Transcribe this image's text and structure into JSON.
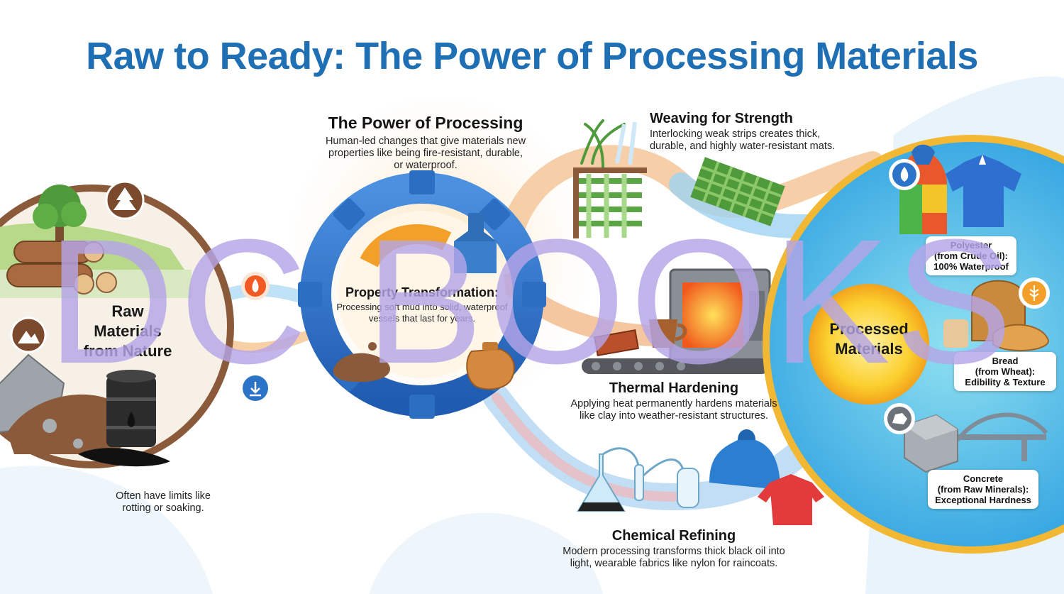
{
  "title": "Raw to Ready: The Power of Processing Materials",
  "raw": {
    "label_lines": [
      "Raw",
      "Materials",
      "from Nature"
    ],
    "note": "Often have limits like rotting or soaking."
  },
  "power": {
    "heading": "The Power of Processing",
    "text": "Human-led changes that give materials new properties like being fire-resistant, durable, or waterproof."
  },
  "property": {
    "heading": "Property Transformation:",
    "text": "Processing soft mud into solid, waterproof vessels that last for years."
  },
  "weaving": {
    "heading": "Weaving for Strength",
    "text": "Interlocking weak strips creates thick, durable, and highly water-resistant mats."
  },
  "thermal": {
    "heading": "Thermal Hardening",
    "text": "Applying heat permanently hardens materials like clay into weather-resistant structures."
  },
  "chemical": {
    "heading": "Chemical Refining",
    "text": "Modern processing transforms thick black oil into light, wearable fabrics like nylon for raincoats."
  },
  "processed": {
    "label_lines": [
      "Processed",
      "Materials"
    ],
    "cards": [
      {
        "name": "Polyester",
        "source": "(from Crude Oil):",
        "property": "100% Waterproof"
      },
      {
        "name": "Bread",
        "source": "(from Wheat):",
        "property": "Edibility & Texture"
      },
      {
        "name": "Concrete",
        "source": "(from Raw Minerals):",
        "property": "Exceptional Hardness"
      }
    ]
  },
  "watermark": "DC BOOKS",
  "colors": {
    "title": "#1f6fb5",
    "gear_blue": "#2c74c9",
    "gear_orange": "#f2a02a",
    "raw_ring": "#8a5a3a",
    "processed_ring": "#f2b733",
    "processed_fill": "#3fb6e6",
    "flow_orange": "#f0a05a",
    "flow_blue": "#8ec9ef"
  },
  "icons": [
    "tree-icon",
    "mountain-icon",
    "fire-icon",
    "download-icon",
    "water-drop-icon",
    "wheat-icon",
    "rock-icon"
  ]
}
